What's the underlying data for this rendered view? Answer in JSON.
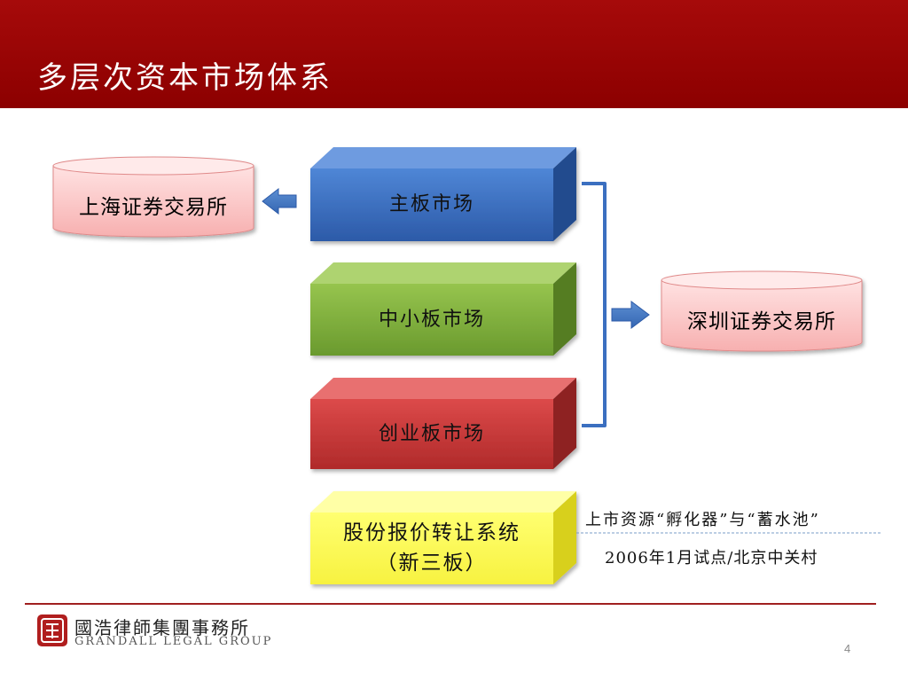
{
  "slide": {
    "title": "多层次资本市场体系",
    "page_number": "4"
  },
  "exchanges": {
    "shanghai": "上海证券交易所",
    "shenzhen": "深圳证券交易所"
  },
  "markets": [
    {
      "label": "主板市场",
      "color": "#3b6fbf"
    },
    {
      "label": "中小板市场",
      "color": "#7cab3a"
    },
    {
      "label": "创业板市场",
      "color": "#c93636"
    },
    {
      "label_line1": "股份报价转让系统",
      "label_line2": "（新三板）",
      "color": "#ffff50"
    }
  ],
  "notes": {
    "line1": "上市资源“孵化器”与“蓄水池”",
    "line2": "2006年1月试点/北京中关村"
  },
  "footer": {
    "logo_cn": "國浩律師集團事務所",
    "logo_en": "GRANDALL LEGAL GROUP"
  }
}
